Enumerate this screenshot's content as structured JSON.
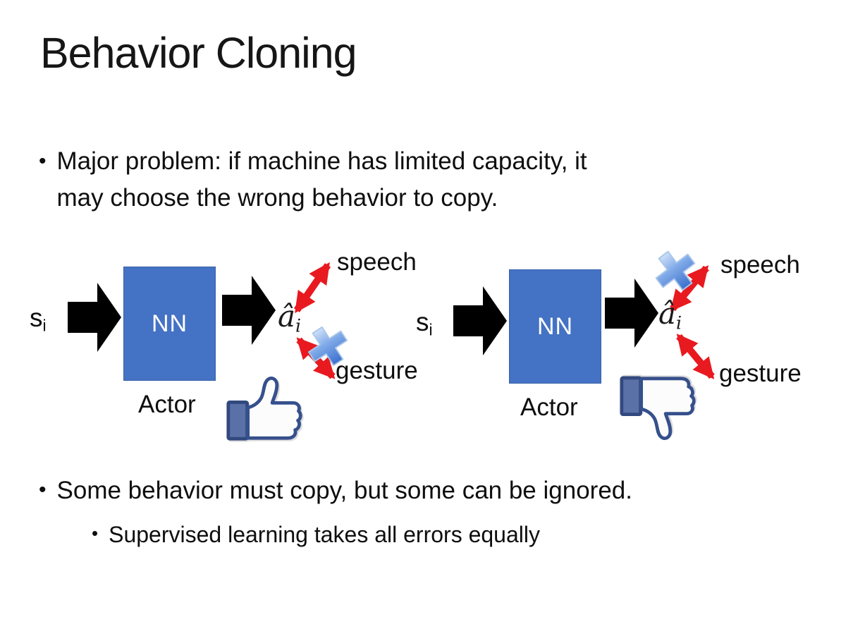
{
  "slide": {
    "title": "Behavior Cloning",
    "bullet_glyph": "•",
    "bullet1": "Major problem: if machine has limited capacity, it\nmay choose the wrong behavior to copy.",
    "bullet2": "Some behavior must copy, but some can be ignored.",
    "sub_bullet": "Supervised learning takes all errors equally"
  },
  "diagram": {
    "input_symbol": "s",
    "input_subscript": "i",
    "nn_label": "NN",
    "actor_label": "Actor",
    "output_symbol": "â",
    "output_subscript": "i",
    "speech_label": "speech",
    "gesture_label": "gesture",
    "left_crossed_out": "gesture",
    "right_crossed_out": "speech",
    "left_feedback_icon": "thumbs-up",
    "right_feedback_icon": "thumbs-down"
  },
  "colors": {
    "background": "#ffffff",
    "text": "#111111",
    "nn_box_fill": "#4472c4",
    "nn_box_border": "#3a61a9",
    "nn_text": "#ffffff",
    "flow_arrow": "#000000",
    "relation_arrow_red": "#e81a20",
    "cross_blue": "#2b62c6",
    "thumb_outline_navy": "#35508c",
    "thumb_cuff_fill": "#5a71a8"
  }
}
